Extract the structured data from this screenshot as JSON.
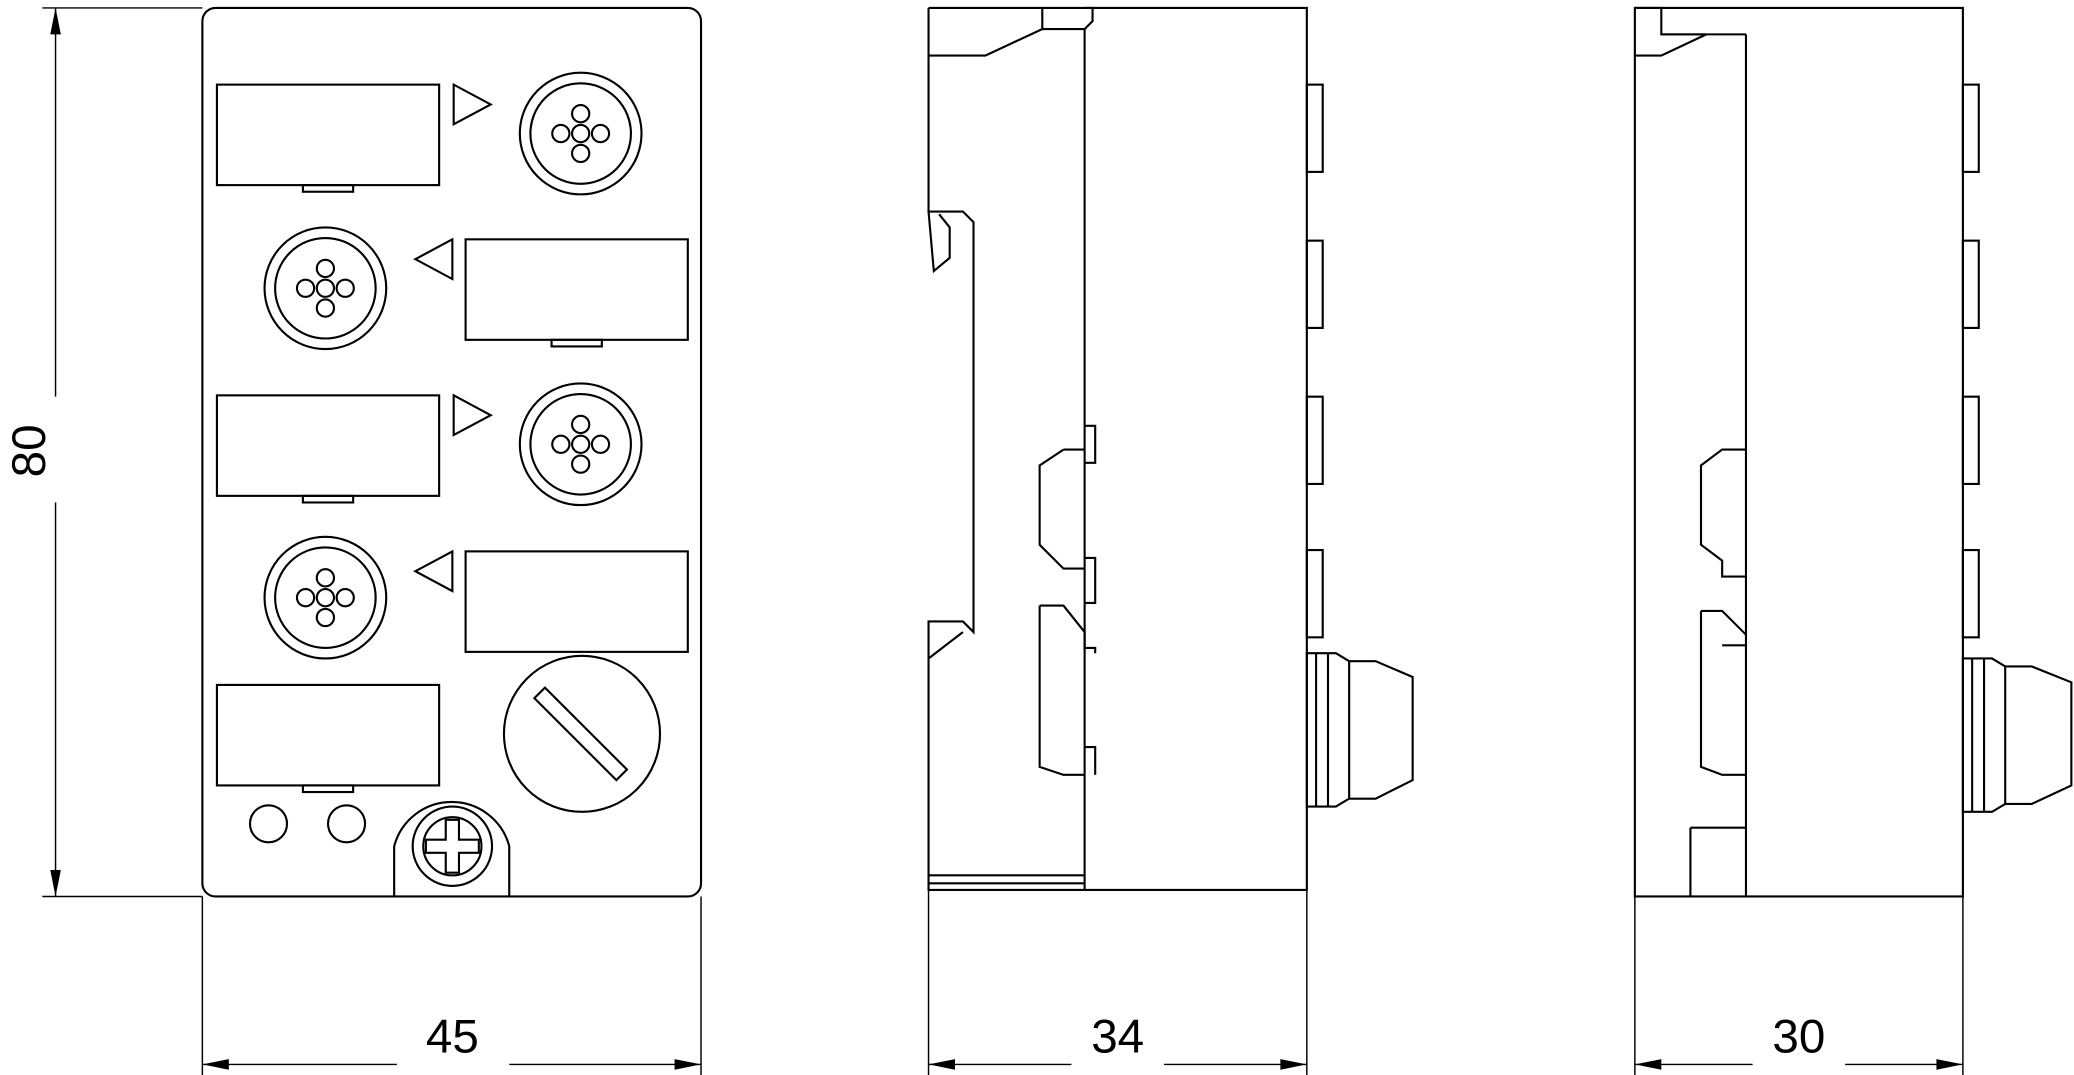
{
  "dimensions": {
    "front_height": "80",
    "front_width": "45",
    "side_depth": "34",
    "side_depth_alt": "30"
  },
  "colors": {
    "line": "#000000",
    "background": "#ffffff"
  }
}
